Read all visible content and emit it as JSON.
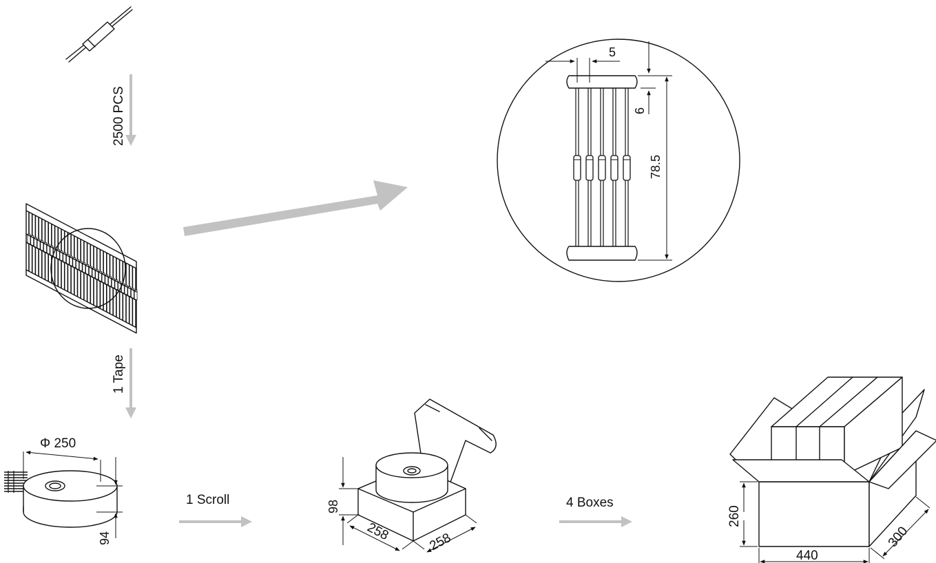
{
  "flow": {
    "pcs_label": "2500 PCS",
    "tape_label": "1 Tape",
    "scroll_label": "1 Scroll",
    "boxes_label": "4 Boxes"
  },
  "dimensions": {
    "pitch": "5",
    "offset": "6",
    "tape_width": "78.5",
    "reel_diameter": "Φ 250",
    "reel_height": "94",
    "box_height": "98",
    "box_width": "258",
    "box_depth": "258",
    "carton_height": "260",
    "carton_width": "440",
    "carton_depth": "300"
  },
  "colors": {
    "arrow": "#c2c2c2",
    "line": "#111111"
  }
}
